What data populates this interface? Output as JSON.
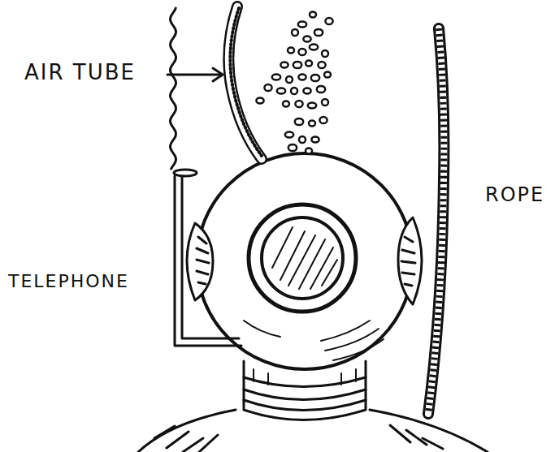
{
  "diagram": {
    "labels": [
      "AIR TUBE",
      "TELEPHONE",
      "ROPE"
    ]
  }
}
